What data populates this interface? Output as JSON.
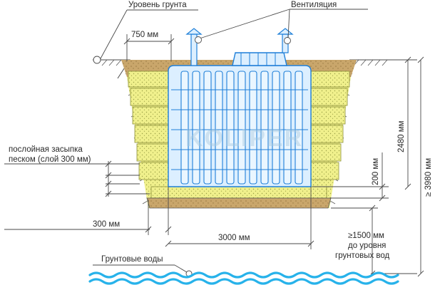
{
  "labels": {
    "ground_level": "Уровень грунта",
    "ventilation": "Вентиляция",
    "sand_fill_line1": "послойная засыпка",
    "sand_fill_line2": "песком (слой 300 мм)",
    "groundwater": "Грунтовые воды"
  },
  "dimensions": {
    "top_offset": "750 мм",
    "tank_height": "2480 мм",
    "total_depth": "≥ 3980 мм",
    "base_layer": "200 мм",
    "bottom_fill": "300 мм",
    "tank_width": "3000 мм",
    "gw_line1": "≥1500 мм",
    "gw_line2": "до уровня",
    "gw_line3": "грунтовых вод"
  },
  "watermark": "KOLIPER",
  "colors": {
    "soil": "#c9a66b",
    "sand": "#f0f08c",
    "sand_dots": "#9aa046",
    "tank": "#dcefff",
    "tank_stroke": "#1e7fd8",
    "water": "#27b2ea",
    "line": "#4a4a4a"
  }
}
